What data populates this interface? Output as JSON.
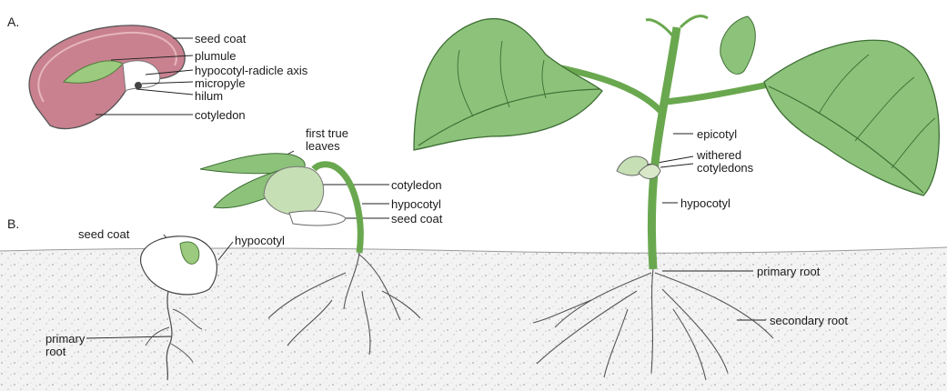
{
  "figure": {
    "section_a": "A.",
    "section_b": "B.",
    "seed_labels": {
      "seed_coat": "seed coat",
      "plumule": "plumule",
      "hypocotyl_radicle_axis": "hypocotyl-radicle axis",
      "micropyle": "micropyle",
      "hilum": "hilum",
      "cotyledon": "cotyledon"
    },
    "stage1_labels": {
      "seed_coat": "seed coat",
      "hypocotyl": "hypocotyl",
      "primary_root_line1": "primary",
      "primary_root_line2": "root"
    },
    "stage2_labels": {
      "first_true_leaves_line1": "first true",
      "first_true_leaves_line2": "leaves",
      "cotyledon": "cotyledon",
      "hypocotyl": "hypocotyl",
      "seed_coat": "seed coat"
    },
    "stage3_labels": {
      "epicotyl": "epicotyl",
      "withered_cotyledons_line1": "withered",
      "withered_cotyledons_line2": "cotyledons",
      "hypocotyl": "hypocotyl",
      "primary_root": "primary root",
      "secondary_root": "secondary root"
    },
    "colors": {
      "leaf": "#8cc27a",
      "leaf_dark": "#5e9a4c",
      "vein": "#3e6e34",
      "stem": "#6aa84f",
      "seed_pink": "#c9818f",
      "soil_dots": "#b5b5b5"
    }
  }
}
